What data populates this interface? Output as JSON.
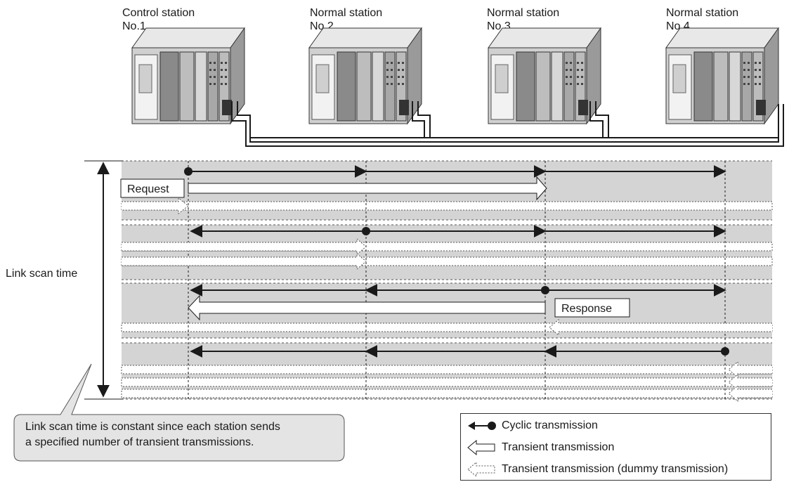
{
  "stations": [
    {
      "type": "Control station",
      "number": "No.1"
    },
    {
      "type": "Normal station",
      "number": "No.2"
    },
    {
      "type": "Normal station",
      "number": "No.3"
    },
    {
      "type": "Normal station",
      "number": "No.4"
    }
  ],
  "timing": {
    "axis_label": "Link scan time",
    "request_label": "Request",
    "response_label": "Response",
    "sending_station_per_band": [
      "No.1",
      "No.2",
      "No.3",
      "No.4"
    ]
  },
  "callout": {
    "text_line1": "Link scan time is constant since each station sends",
    "text_line2": "a specified number of transient transmissions."
  },
  "legend": {
    "items": [
      {
        "icon": "cyclic-transmission-icon",
        "label": "Cyclic transmission"
      },
      {
        "icon": "transient-transmission-icon",
        "label": "Transient transmission"
      },
      {
        "icon": "dummy-transmission-icon",
        "label": "Transient transmission (dummy transmission)"
      }
    ]
  },
  "colors": {
    "band_fill": "#d4d4d4",
    "line": "#1a1a1a",
    "callout_fill": "#e4e4e4"
  }
}
